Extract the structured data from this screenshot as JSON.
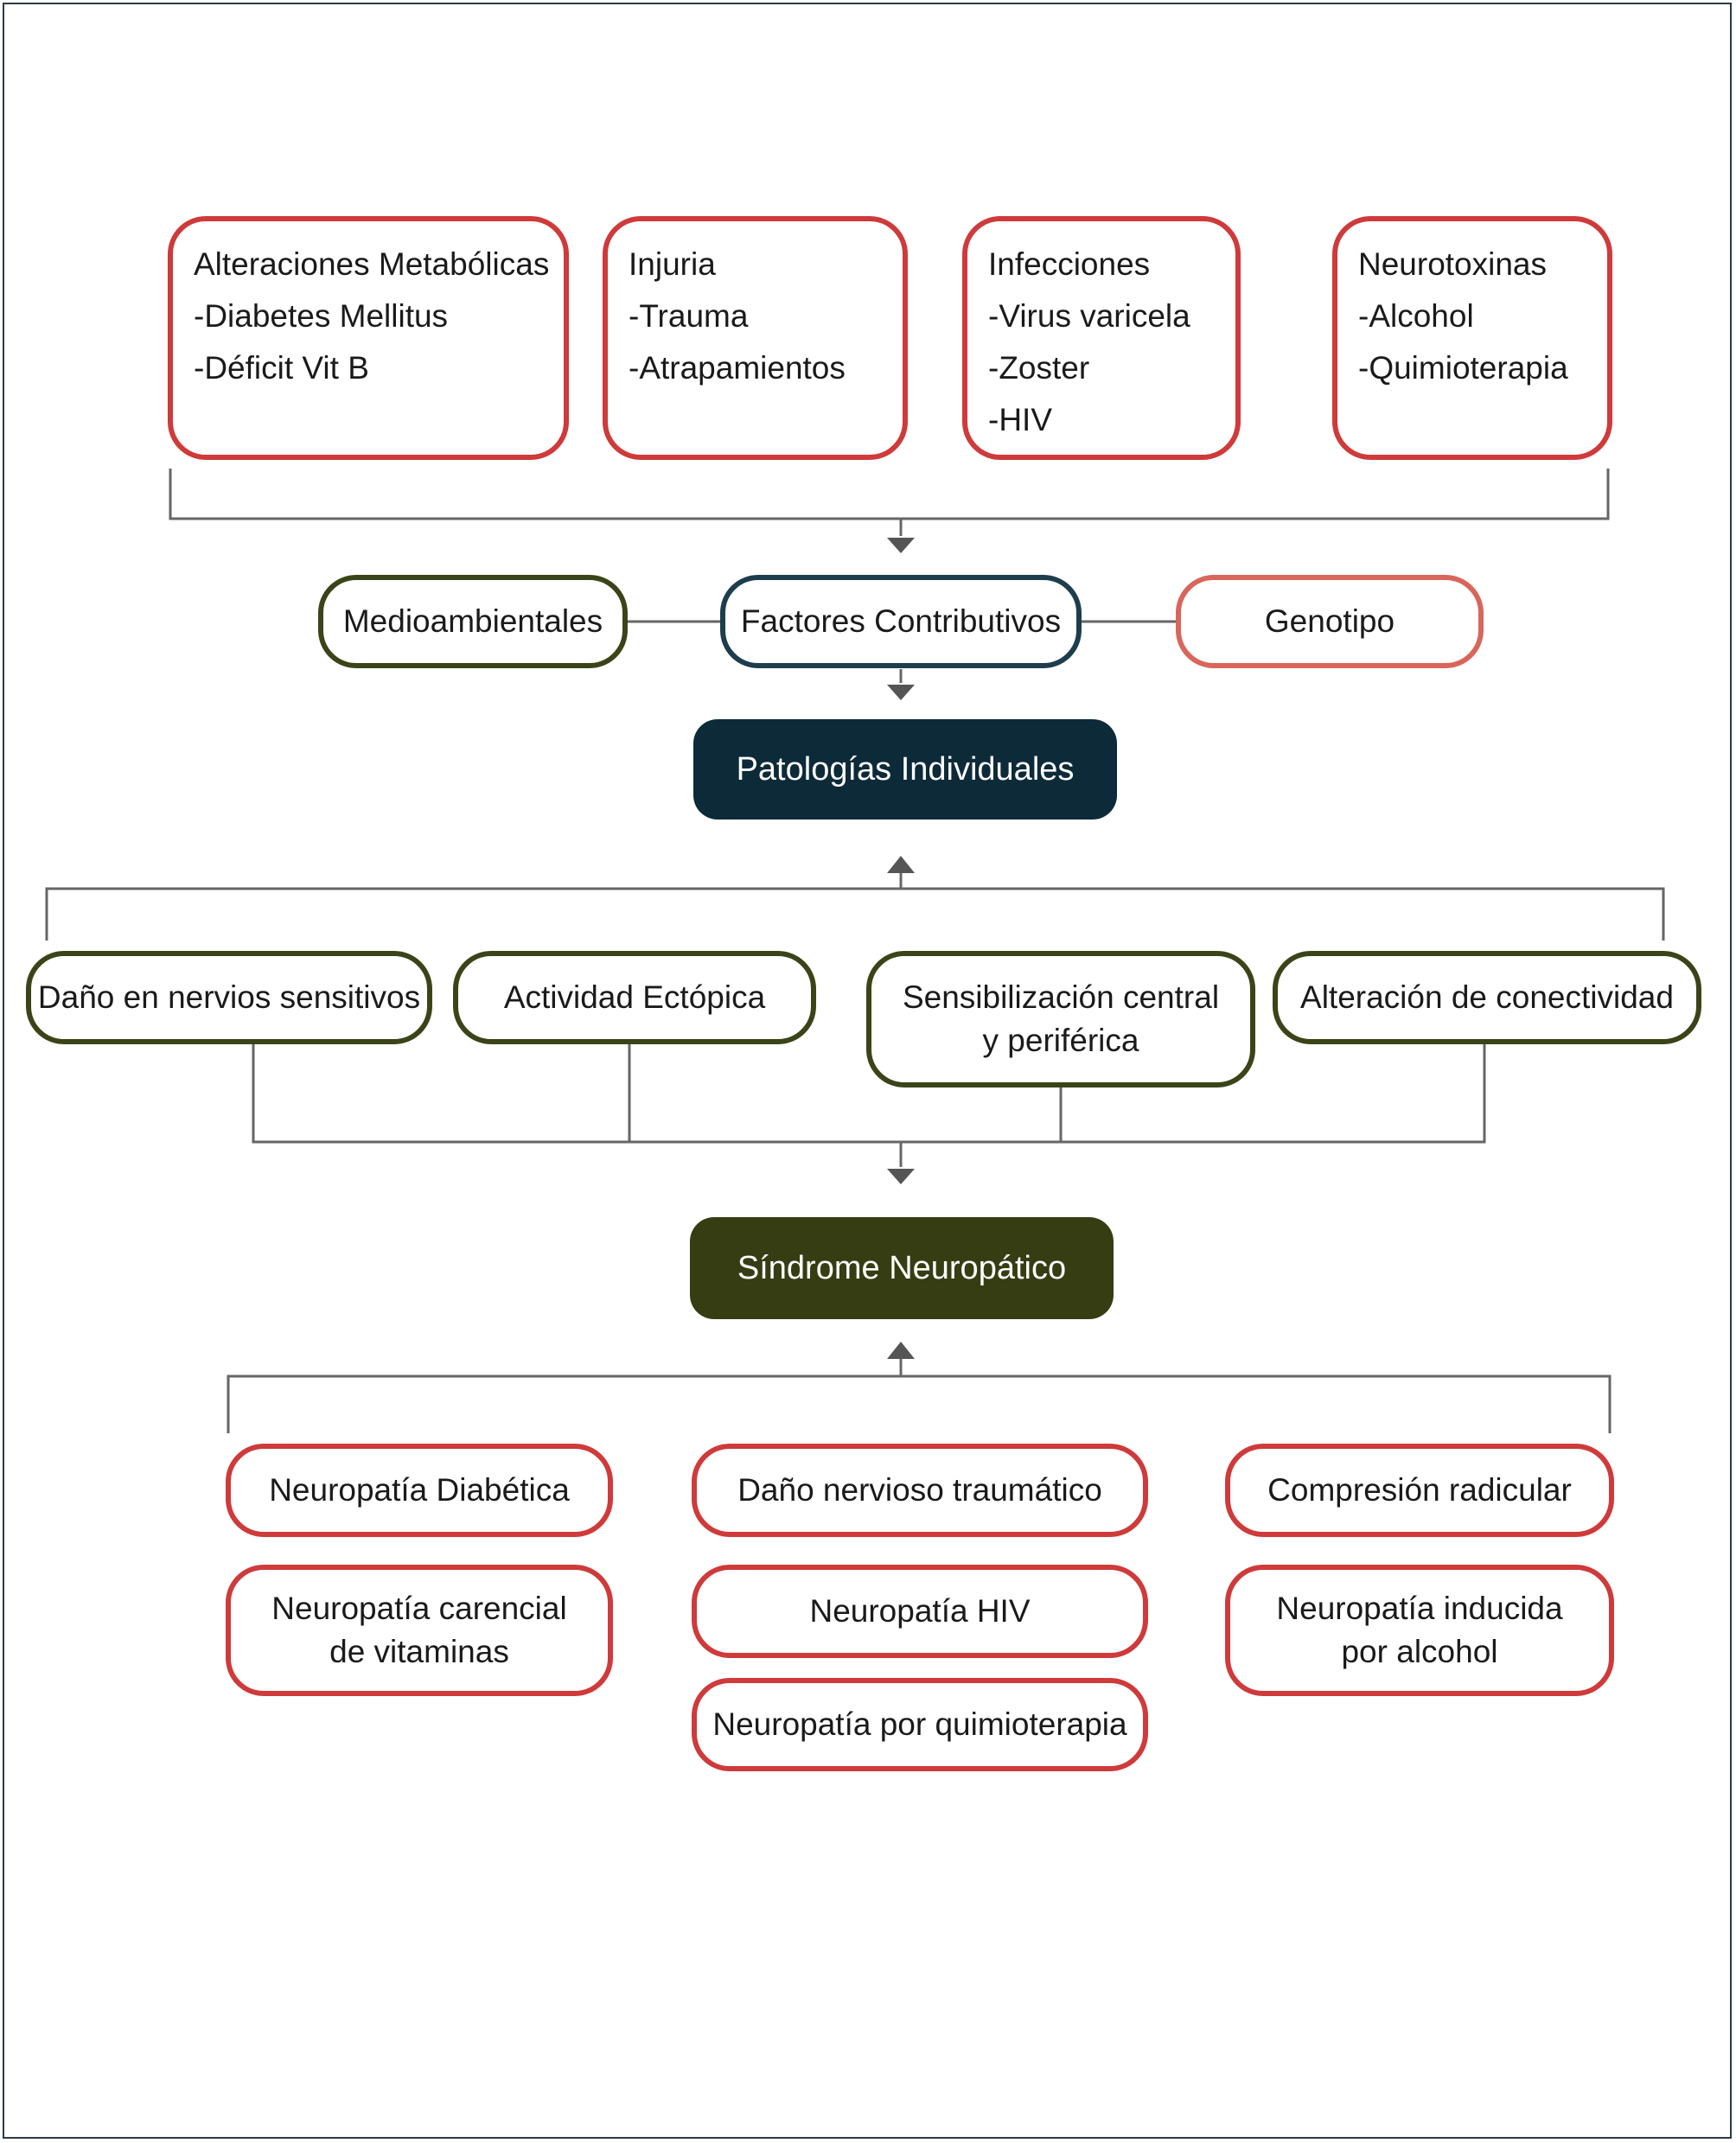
{
  "causes": [
    {
      "title": "Alteraciones Metabólicas",
      "items": [
        "-Diabetes Mellitus",
        "-Déficit Vit B"
      ]
    },
    {
      "title": "Injuria",
      "items": [
        "-Trauma",
        "-Atrapamientos"
      ]
    },
    {
      "title": "Infecciones",
      "items": [
        "-Virus varicela",
        "-Zoster",
        "-HIV"
      ]
    },
    {
      "title": "Neurotoxinas",
      "items": [
        "-Alcohol",
        "-Quimioterapia"
      ]
    }
  ],
  "factors": {
    "left": "Medioambientales",
    "center": "Factores Contributivos",
    "right": "Genotipo"
  },
  "patologias": "Patologías Individuales",
  "mechanisms": [
    "Daño en nervios sensitivos",
    "Actividad Ectópica",
    [
      "Sensibilización central",
      "y periférica"
    ],
    "Alteración de conectividad"
  ],
  "sindrome": "Síndrome Neuropático",
  "conditions": {
    "col1": [
      "Neuropatía Diabética",
      [
        "Neuropatía carencial",
        "de vitaminas"
      ]
    ],
    "col2": [
      "Daño nervioso traumático",
      "Neuropatía HIV",
      "Neuropatía por quimioterapia"
    ],
    "col3": [
      "Compresión radicular",
      [
        "Neuropatía inducida",
        "por alcohol"
      ]
    ]
  },
  "colors": {
    "red": "#cf3a3a",
    "salmon": "#d9665b",
    "olive": "#3b4418",
    "teal": "#1e3d4d",
    "navy": "#0c2a38",
    "dark_olive": "#363d13",
    "connector": "#555555"
  }
}
